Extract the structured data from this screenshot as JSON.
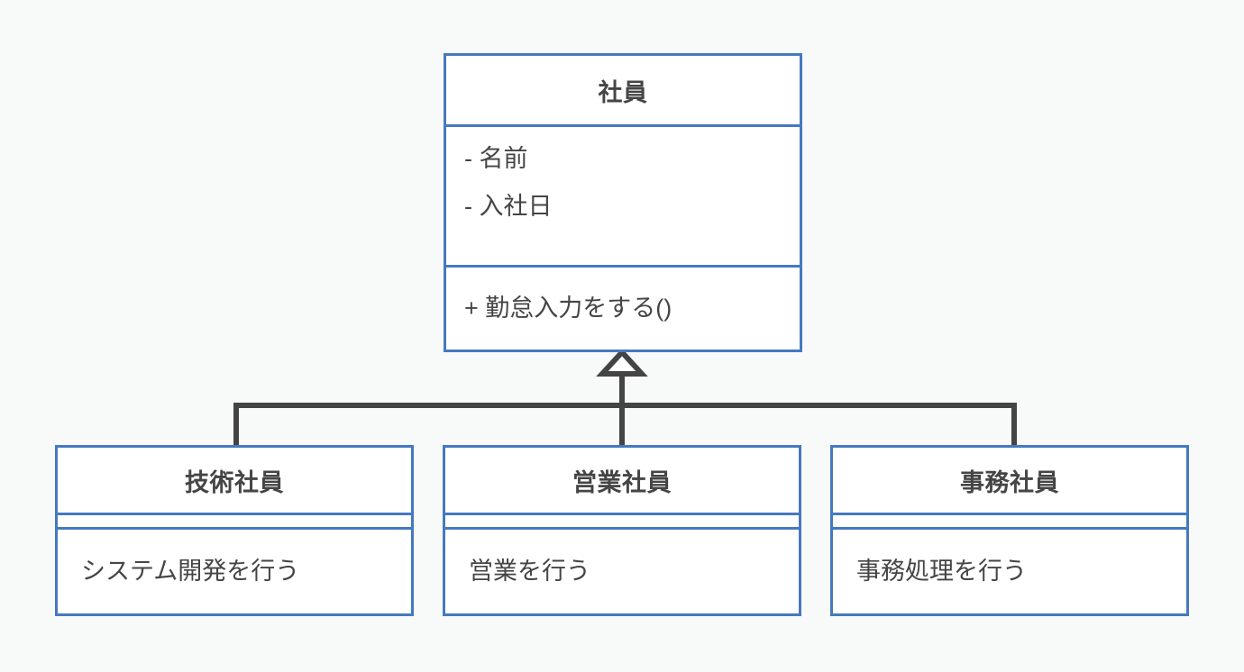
{
  "diagram": {
    "type": "uml-class-diagram",
    "relationship": "generalization",
    "colors": {
      "background": "#f8f9f9",
      "box_fill": "#ffffff",
      "box_border": "#4579c0",
      "connector": "#444444",
      "text": "#454545"
    },
    "parent": {
      "id": "employee",
      "name": "社員",
      "attributes": [
        "- 名前",
        "- 入社日"
      ],
      "operations": [
        "+ 勤怠入力をする()"
      ]
    },
    "children": [
      {
        "id": "engineer",
        "name": "技術社員",
        "attributes": [],
        "operations": [
          "システム開発を行う"
        ]
      },
      {
        "id": "sales",
        "name": "営業社員",
        "attributes": [],
        "operations": [
          "営業を行う"
        ]
      },
      {
        "id": "clerical",
        "name": "事務社員",
        "attributes": [],
        "operations": [
          "事務処理を行う"
        ]
      }
    ],
    "connector": {
      "arrowhead": "hollow-triangle",
      "style": "orthogonal-tree"
    }
  }
}
